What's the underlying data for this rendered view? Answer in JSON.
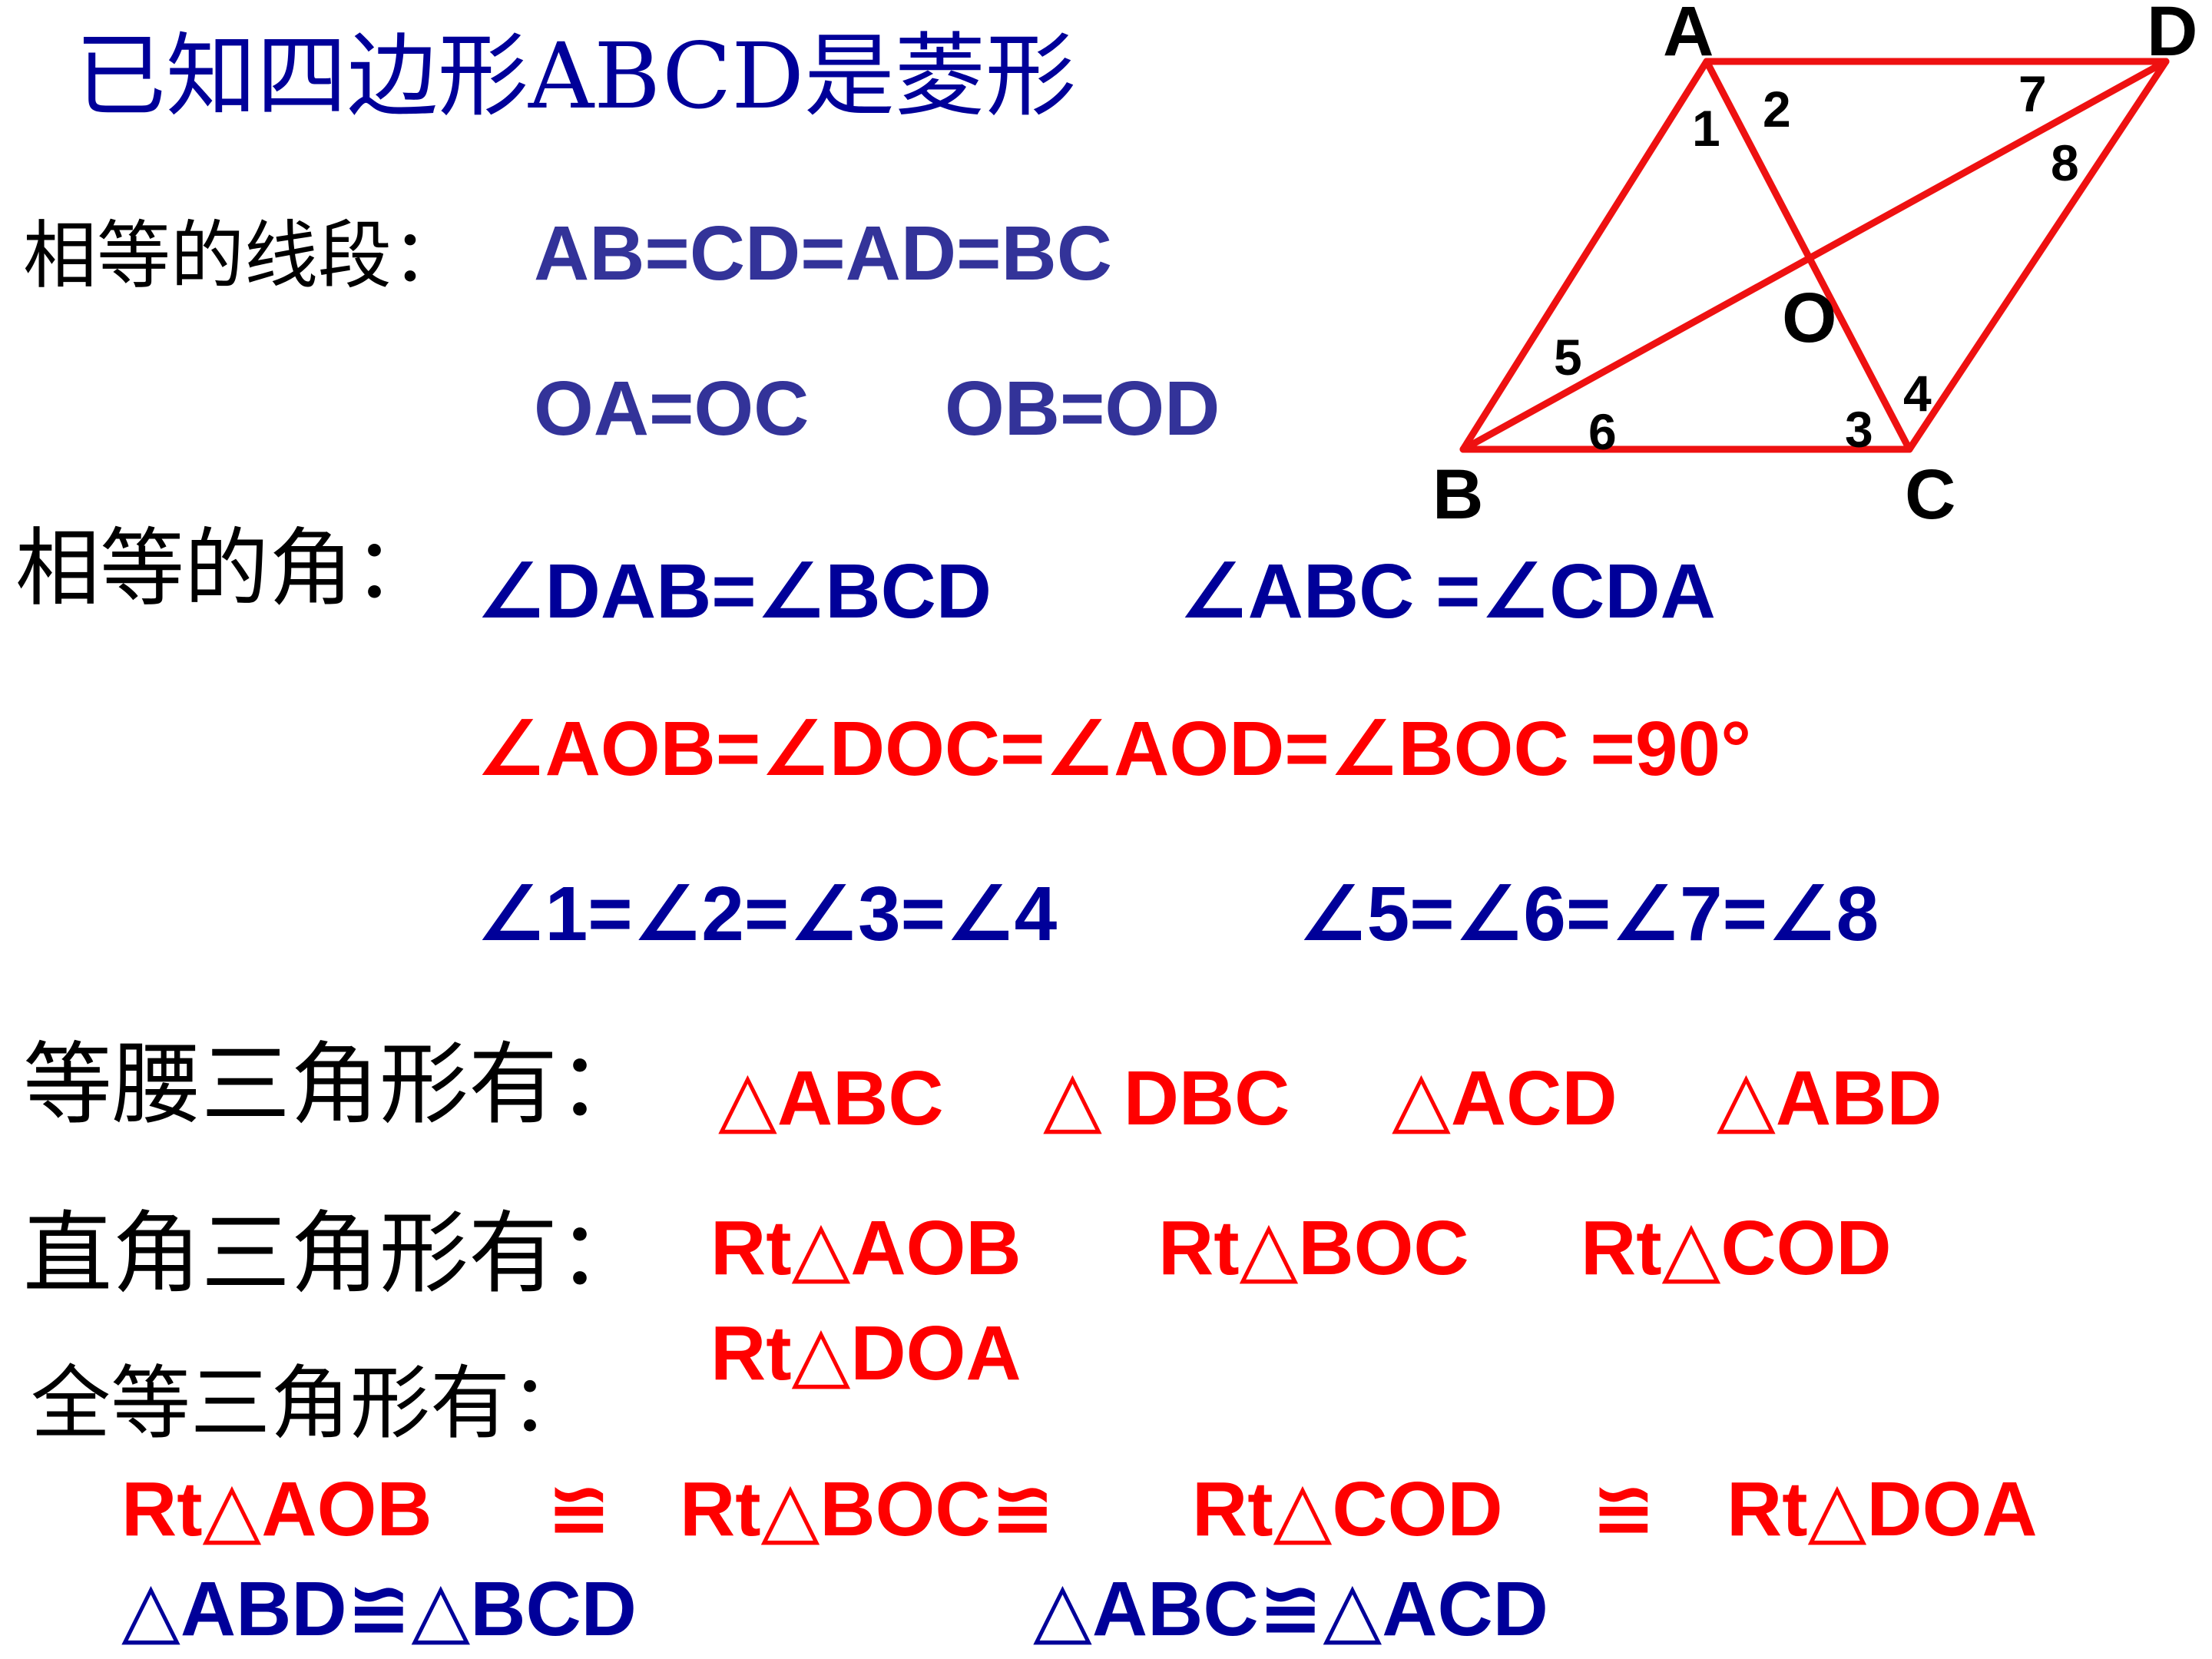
{
  "title": "已知四边形ABCD是菱形",
  "segments": {
    "label": "相等的线段：",
    "line1": "AB=CD=AD=BC",
    "line2a": "OA=OC",
    "line2b": "OB=OD"
  },
  "angles": {
    "label": "相等的角：",
    "line1a": "∠DAB=∠BCD",
    "line1b": "∠ABC =∠CDA",
    "line2": "∠AOB=∠DOC=∠AOD=∠BOC =90°",
    "line3a": "∠1=∠2=∠3=∠4",
    "line3b": "∠5=∠6=∠7=∠8"
  },
  "isosceles": {
    "label": "等腰三角形有：",
    "items": [
      "△ABC",
      "△ DBC",
      "△ACD",
      "△ABD"
    ]
  },
  "right_triangles": {
    "label": "直角三角形有：",
    "items": [
      "Rt△AOB",
      "Rt△BOC",
      "Rt△COD",
      "Rt△DOA"
    ]
  },
  "congruent": {
    "label": "全等三角形有：",
    "line1": [
      "Rt△AOB",
      "≌",
      "Rt△BOC≌",
      "Rt△COD",
      "≌",
      "Rt△DOA"
    ],
    "line2a": "△ABD≌△BCD",
    "line2b": "△ABC≌△ACD"
  },
  "diagram": {
    "vertices": {
      "A": "A",
      "B": "B",
      "C": "C",
      "D": "D",
      "O": "O"
    },
    "angle_labels": [
      "1",
      "2",
      "3",
      "4",
      "5",
      "6",
      "7",
      "8"
    ],
    "line_color": "#ee1111"
  },
  "colors": {
    "title": "#000099",
    "segments": "#333399",
    "emphasis": "#ff0000",
    "text": "#000000"
  }
}
